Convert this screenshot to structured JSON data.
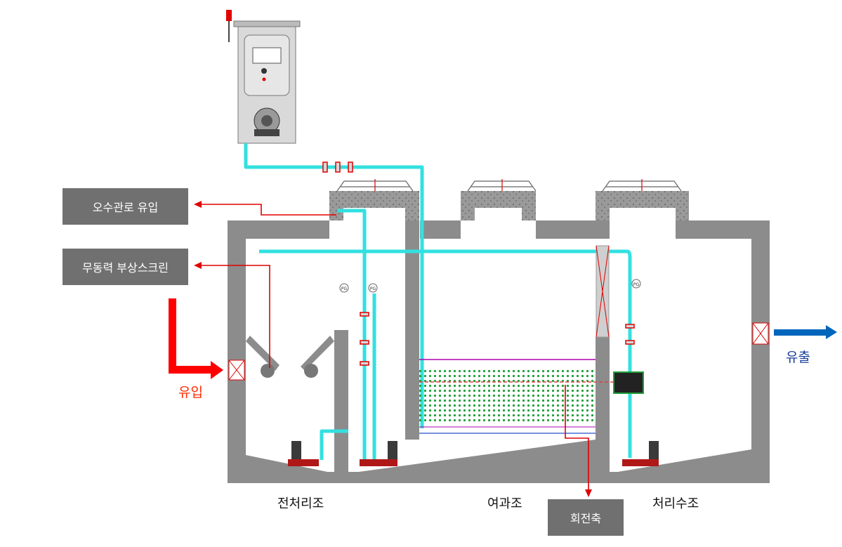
{
  "callouts": {
    "sewer_inflow": "오수관로 유입",
    "floating_screen": "무동력 부상스크린",
    "rotary_shaft": "회전축"
  },
  "flows": {
    "inflow": "유입",
    "outflow": "유출"
  },
  "tanks": {
    "pretreatment": "전처리조",
    "filtration": "여과조",
    "treated_water": "처리수조"
  },
  "gauges": {
    "label": "PG"
  },
  "colors": {
    "structure": "#8c8c8c",
    "pipe": "#33e0e0",
    "callout_box": "#707070",
    "leader_line": "#e00000",
    "inflow_arrow": "#ff0000",
    "outflow_arrow": "#0066bb",
    "filter_media": "#1f9e3a"
  },
  "icons": [
    "control-panel-icon",
    "blower-icon",
    "submersible-pump-icon",
    "pressure-gauge-icon",
    "valve-icon",
    "manhole-cover-icon",
    "motor-icon"
  ]
}
